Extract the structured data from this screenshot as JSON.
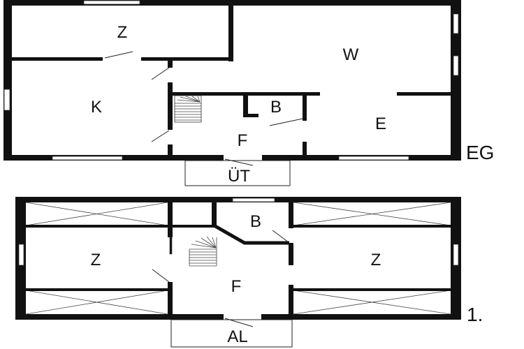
{
  "ground_floor": {
    "label": "EG",
    "rooms": {
      "z": "Z",
      "w": "W",
      "k": "K",
      "b": "B",
      "f": "F",
      "e": "E",
      "ut": "ÜT"
    }
  },
  "first_floor": {
    "label": "1.",
    "rooms": {
      "z_left": "Z",
      "z_right": "Z",
      "b": "B",
      "f": "F",
      "al": "AL"
    }
  }
}
